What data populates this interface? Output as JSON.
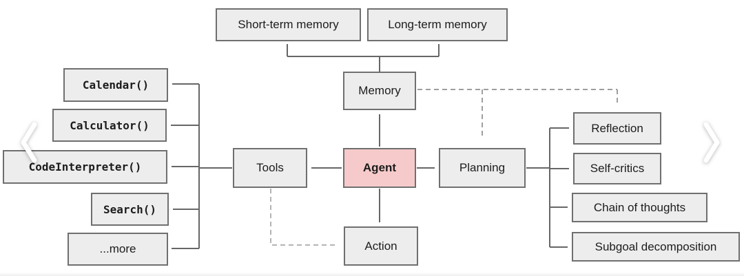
{
  "diagram": {
    "nodes": {
      "agent": {
        "label": "Agent"
      },
      "memory": {
        "label": "Memory"
      },
      "tools": {
        "label": "Tools"
      },
      "planning": {
        "label": "Planning"
      },
      "action": {
        "label": "Action"
      },
      "short_term_memory": {
        "label": "Short-term memory"
      },
      "long_term_memory": {
        "label": "Long-term memory"
      },
      "calendar": {
        "label": "Calendar()"
      },
      "calculator": {
        "label": "Calculator()"
      },
      "code_interpreter": {
        "label": "CodeInterpreter()"
      },
      "search": {
        "label": "Search()"
      },
      "more_tools": {
        "label": "...more"
      },
      "reflection": {
        "label": "Reflection"
      },
      "self_critics": {
        "label": "Self-critics"
      },
      "chain_of_thoughts": {
        "label": "Chain of thoughts"
      },
      "subgoal_decomposition": {
        "label": "Subgoal decomposition"
      }
    },
    "edges": [
      {
        "from": "memory",
        "to": "short_term_memory",
        "style": "solid"
      },
      {
        "from": "memory",
        "to": "long_term_memory",
        "style": "solid"
      },
      {
        "from": "agent",
        "to": "memory",
        "style": "solid"
      },
      {
        "from": "agent",
        "to": "tools",
        "style": "solid"
      },
      {
        "from": "agent",
        "to": "planning",
        "style": "solid"
      },
      {
        "from": "agent",
        "to": "action",
        "style": "solid"
      },
      {
        "from": "tools",
        "to": "calendar",
        "style": "solid"
      },
      {
        "from": "tools",
        "to": "calculator",
        "style": "solid"
      },
      {
        "from": "tools",
        "to": "code_interpreter",
        "style": "solid"
      },
      {
        "from": "tools",
        "to": "search",
        "style": "solid"
      },
      {
        "from": "tools",
        "to": "more_tools",
        "style": "solid"
      },
      {
        "from": "planning",
        "to": "reflection",
        "style": "solid"
      },
      {
        "from": "planning",
        "to": "self_critics",
        "style": "solid"
      },
      {
        "from": "planning",
        "to": "chain_of_thoughts",
        "style": "solid"
      },
      {
        "from": "planning",
        "to": "subgoal_decomposition",
        "style": "solid"
      },
      {
        "from": "memory",
        "to": "planning",
        "style": "dashed"
      },
      {
        "from": "memory",
        "to": "reflection",
        "style": "dashed"
      },
      {
        "from": "tools",
        "to": "action",
        "style": "dashed"
      }
    ],
    "colors": {
      "node_fill": "#ededed",
      "node_border": "#6f6f6f",
      "agent_fill": "#f6caca",
      "solid_arrow": "#666666",
      "dashed_arrow": "#9e9e9e",
      "dashed_arrow_light": "#b3b3b3"
    }
  }
}
